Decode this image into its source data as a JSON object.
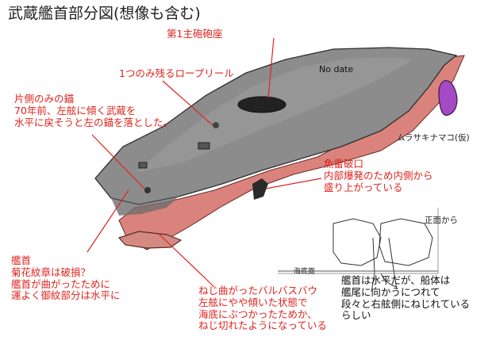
{
  "title": "武蔵艦首部分図(想像も含む)",
  "colors": {
    "accent": "#e0231c",
    "hull_gray": "#8c8c8c",
    "hull_red": "#d9837c"
  },
  "labels": {
    "turret": "第1主砲砲座",
    "fairlead": "1つのみ残るロープリール",
    "anchor": "片側のみの錨\n70年前、左舷に傾く武蔵を\n水平に戻そうと左の錨を落とした。",
    "no_date": "No date",
    "torpedo": "魚雷破口\n内部爆発のため内側から\n盛り上がっている",
    "creature": "ムラサキナマコ(仮)",
    "front_view": "正面から",
    "seabed": "海底面",
    "bow": "艦首\n菊花紋章は破損？\n艦首が曲がったために\n運よく御紋部分は水平に",
    "bulbous": "ねじ曲がったバルバスバウ\n左舷にやや傾いた状態で\n海底にぶつかったためか、\nねじ切れたようになっている",
    "level": "艦首は水平だが、船体は\n艦尾に向かうにつれて\n段々と右舷側にねじれている\nらしい"
  }
}
